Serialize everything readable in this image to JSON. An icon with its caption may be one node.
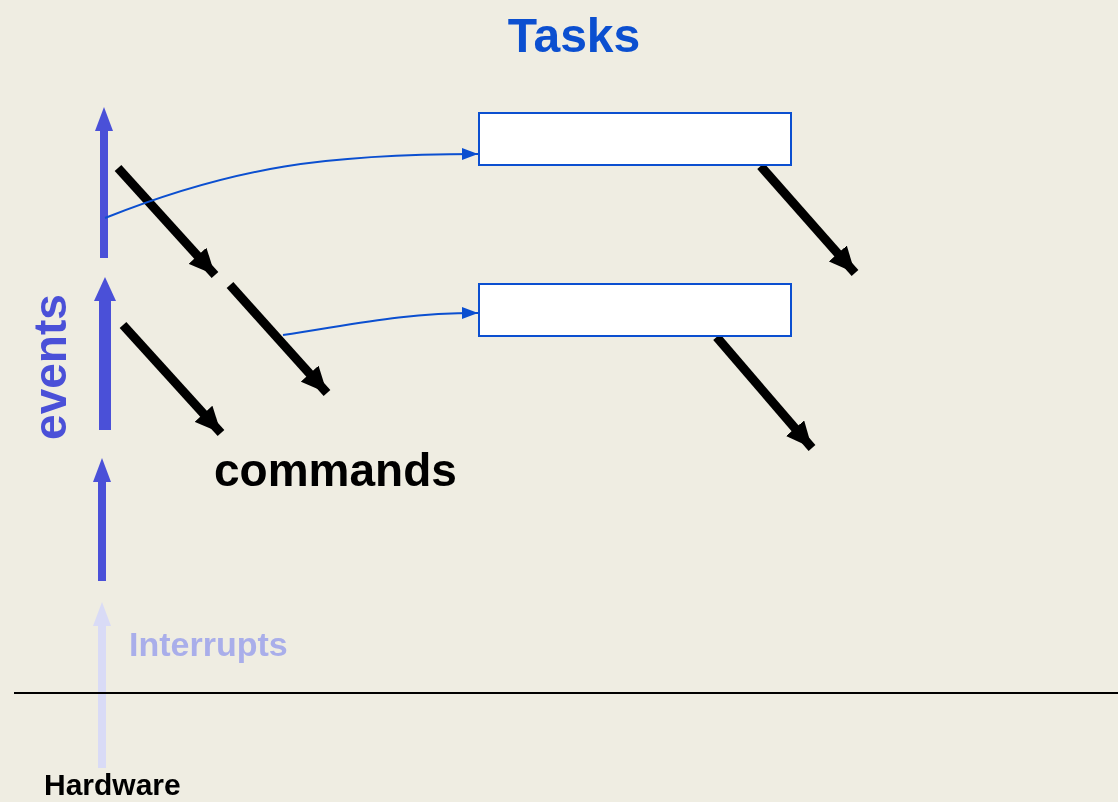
{
  "diagram": {
    "title": "Tasks",
    "nodes": [
      {
        "text": [],
        "shape": "box"
      },
      {
        "text": [],
        "shape": "box"
      }
    ],
    "edges": [
      {
        "from": null,
        "to": 0,
        "arrow": "to"
      },
      {
        "from": null,
        "to": 1,
        "arrow": "to"
      },
      {
        "from": 0,
        "to": null,
        "arrow": "to",
        "style": "thick",
        "color": "#000000"
      },
      {
        "from": 1,
        "to": null,
        "arrow": "to",
        "style": "thick",
        "color": "#000000"
      }
    ],
    "labels": [
      "events",
      "commands",
      "Interrupts",
      "Hardware"
    ]
  }
}
